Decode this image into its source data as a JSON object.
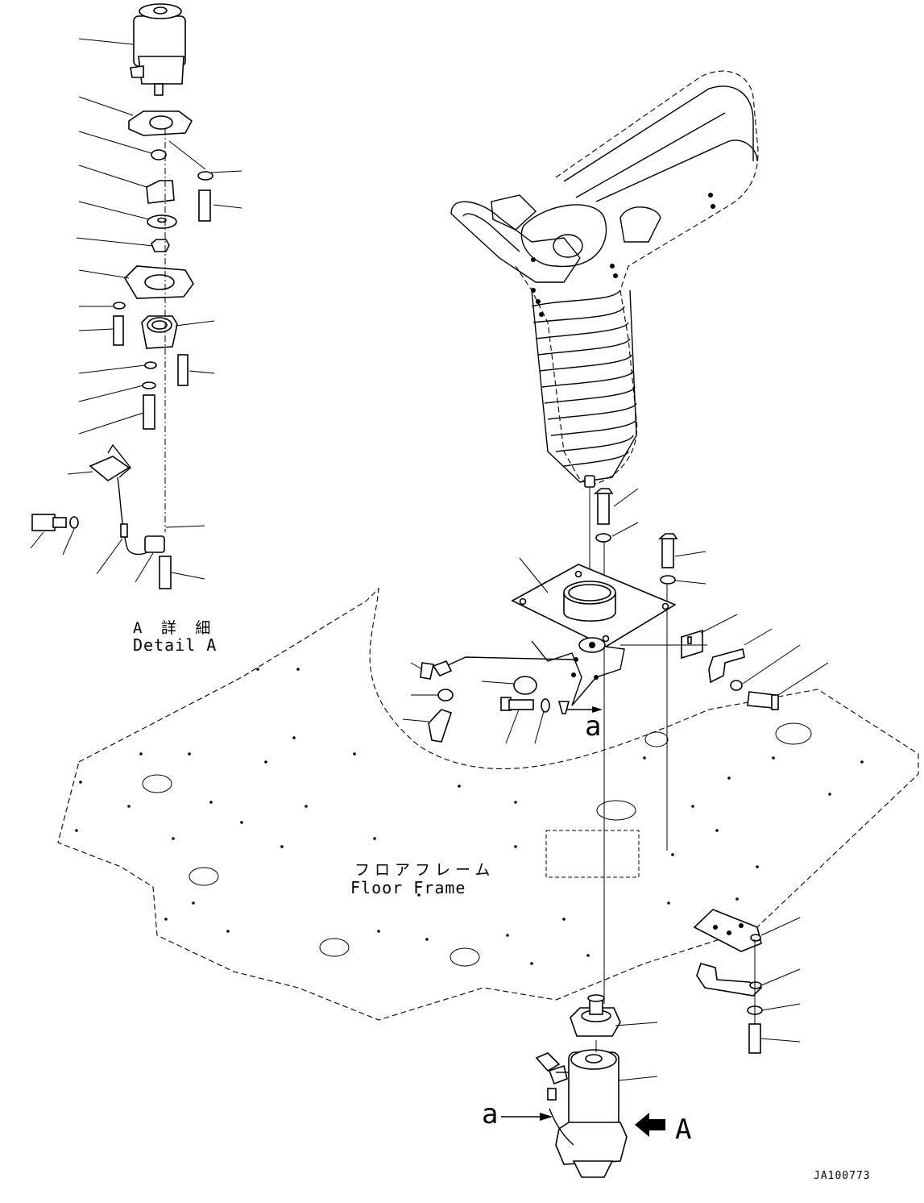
{
  "labels": {
    "detail_jp": "A 詳 細",
    "detail_en": "Detail A",
    "floor_jp": "フロアフレーム",
    "floor_en": "Floor Frame",
    "arrow_a_lower": "a",
    "arrow_a_upper": "a",
    "view_A": "A",
    "drawing_no": "JA100773"
  }
}
